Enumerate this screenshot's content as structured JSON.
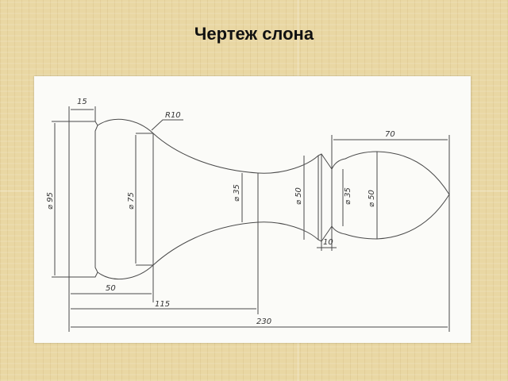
{
  "title": "Чертеж слона",
  "dimensions": {
    "top_width": "15",
    "radius": "R10",
    "head_length": "70",
    "base_diameter": "⌀ 95",
    "body_diameter": "⌀ 75",
    "neck_diameter": "⌀ 35",
    "collar_diameter": "⌀ 50",
    "collar_inner_diameter": "⌀ 35",
    "head_diameter": "⌀ 50",
    "collar_width": "10",
    "body_length": "50",
    "neck_length": "115",
    "total_length": "230"
  }
}
